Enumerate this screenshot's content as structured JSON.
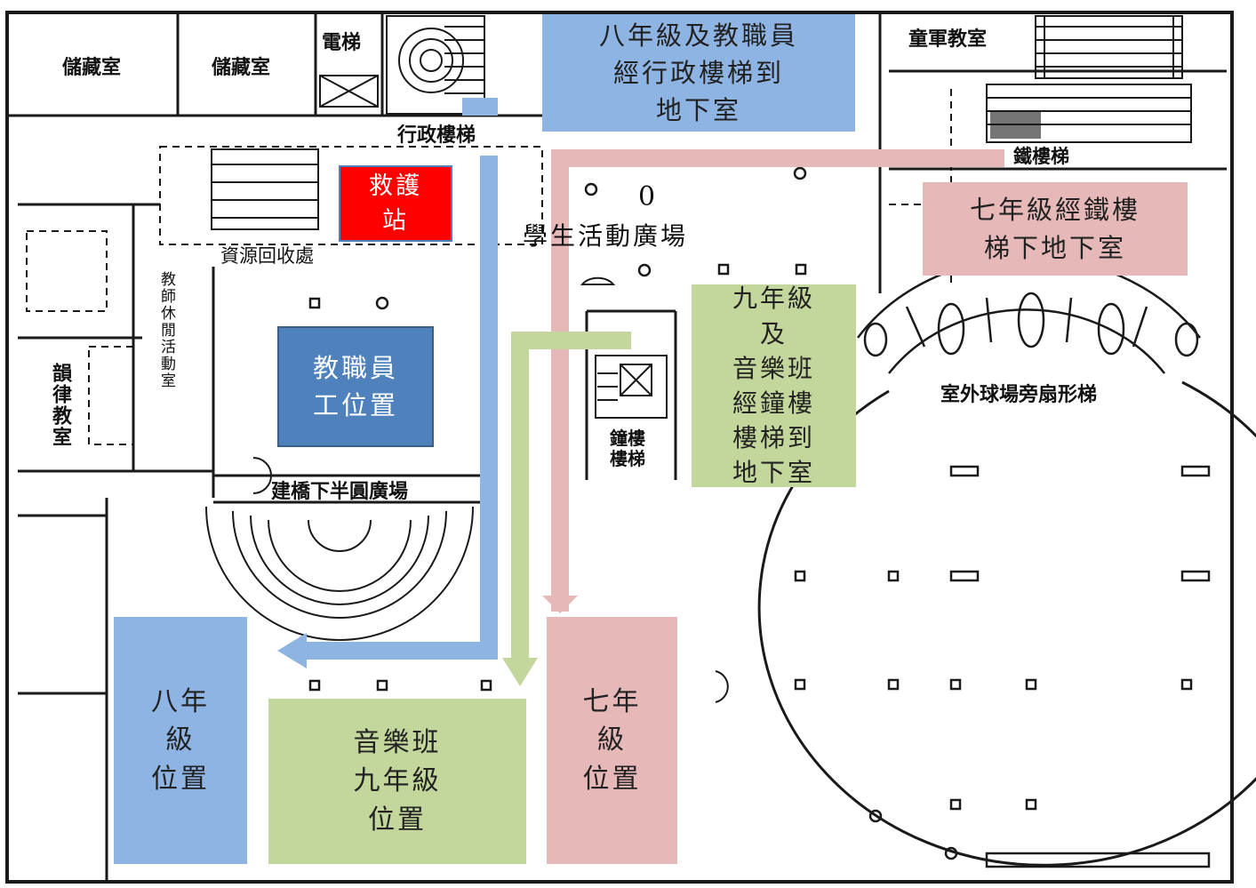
{
  "rooms": {
    "storage_1": "儲藏室",
    "storage_2": "儲藏室",
    "elevator": "電梯",
    "admin_stairs": "行政樓梯",
    "scout_room": "童軍教室",
    "iron_stairs": "鐵樓梯",
    "student_plaza": "學生活動廣場",
    "recycling": "資源回收處",
    "teacher_lounge": "教師休閒活動室",
    "rhythm_room": "韻律教室",
    "bell_stairs": "鐘樓\n樓梯",
    "half_circle_plaza": "建橋下半圓廣場",
    "fan_stairs": "室外球場旁扇形梯",
    "pillar_mark": "0"
  },
  "callouts": {
    "first_aid": "救護\n站",
    "grade8_route": "八年級及教職員\n經行政樓梯到\n地下室",
    "grade7_route": "七年級經鐵樓\n梯下地下室",
    "grade9_route": "九年級\n及\n音樂班\n經鐘樓\n樓梯到\n地下室",
    "staff_position": "教職員\n工位置",
    "grade8_position": "八年\n級\n位置",
    "music_grade9_position": "音樂班\n九年級\n位置",
    "grade7_position": "七年\n級\n位置"
  },
  "colors": {
    "blue": "#8eb4e3",
    "dark_blue": "#4f81bd",
    "pink": "#e6b9b8",
    "green": "#c3d69b",
    "red": "#ff0000",
    "line": "#1a1a1a"
  }
}
